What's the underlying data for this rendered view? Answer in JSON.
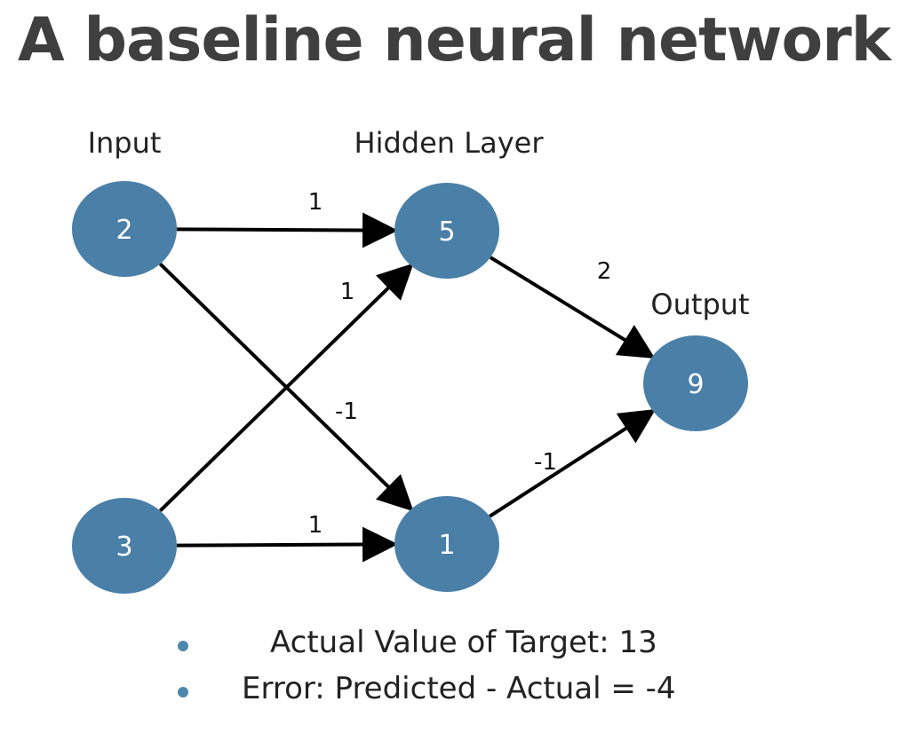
{
  "title": "A baseline neural network",
  "layer_labels": {
    "input": "Input",
    "hidden": "Hidden Layer",
    "output": "Output"
  },
  "nodes": [
    {
      "id": "input-top",
      "value": "2"
    },
    {
      "id": "input-bottom",
      "value": "3"
    },
    {
      "id": "hidden-top",
      "value": "5"
    },
    {
      "id": "hidden-bottom",
      "value": "1"
    },
    {
      "id": "output",
      "value": "9"
    }
  ],
  "edges": [
    {
      "from": "input-top",
      "to": "hidden-top",
      "weight": "1"
    },
    {
      "from": "input-bottom",
      "to": "hidden-top",
      "weight": "1"
    },
    {
      "from": "input-top",
      "to": "hidden-bottom",
      "weight": "-1"
    },
    {
      "from": "input-bottom",
      "to": "hidden-bottom",
      "weight": "1"
    },
    {
      "from": "hidden-top",
      "to": "output",
      "weight": "2"
    },
    {
      "from": "hidden-bottom",
      "to": "output",
      "weight": "-1"
    }
  ],
  "bullets": [
    "Actual Value of Target: 13",
    "Error: Predicted - Actual = -4"
  ],
  "colors": {
    "node_fill": "#4a7fa8",
    "arrow": "#000000",
    "bullet": "#4f86ab",
    "title": "#3f3f3f"
  }
}
